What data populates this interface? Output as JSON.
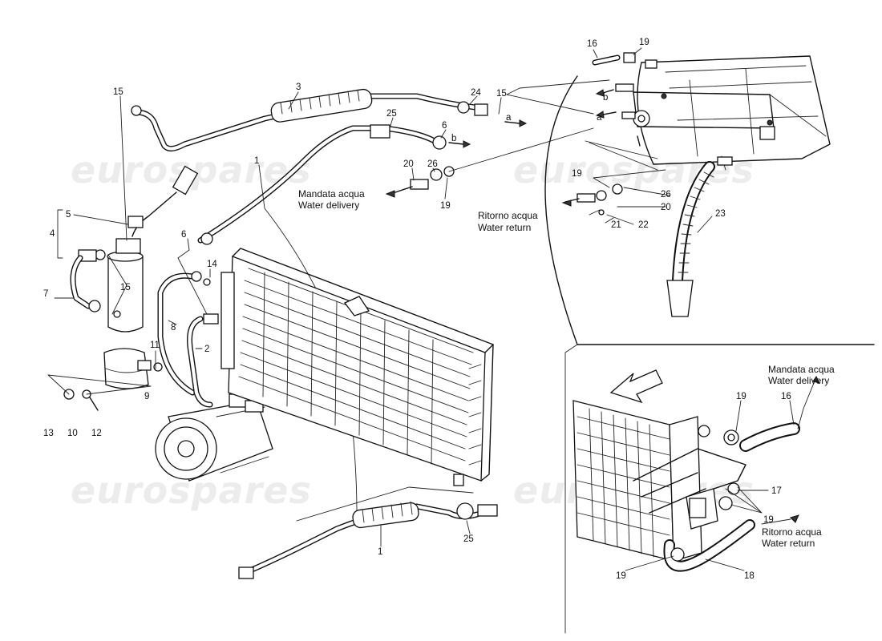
{
  "watermark": "eurospares",
  "captions": {
    "water_delivery_it": "Mandata acqua",
    "water_delivery_en": "Water delivery",
    "water_return_it": "Ritorno acqua",
    "water_return_en": "Water return"
  },
  "part_numbers": [
    "1",
    "2",
    "3",
    "4",
    "5",
    "6",
    "7",
    "8",
    "9",
    "10",
    "11",
    "12",
    "13",
    "14",
    "15",
    "16",
    "17",
    "18",
    "19",
    "20",
    "21",
    "22",
    "23",
    "24",
    "25",
    "26"
  ],
  "flow_markers": {
    "a": "a",
    "b": "b"
  }
}
